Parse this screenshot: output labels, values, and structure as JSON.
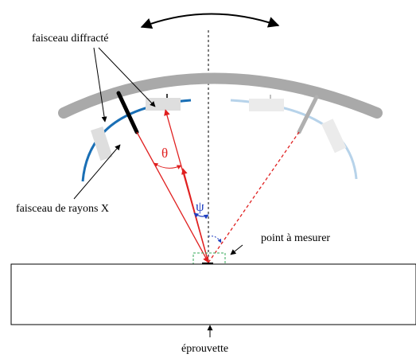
{
  "labels": {
    "diffracted_beam": "faisceau diffracté",
    "xray_beam": "faisceau de rayons X",
    "measure_point": "point à mesurer",
    "specimen": "éprouvette",
    "theta": "θ",
    "psi": "ψ"
  },
  "colors": {
    "arc_gray": "#a9a9a9",
    "left_detector_arc": "#1a6fb5",
    "right_detector_arc": "#b7d3ea",
    "detector_light": "#dedede",
    "xray_ray": "#e02020",
    "psi_marker": "#1f3fc0",
    "target_box": "#36a85a"
  },
  "icons": {
    "rotation": "double-headed-curved-arrow"
  }
}
